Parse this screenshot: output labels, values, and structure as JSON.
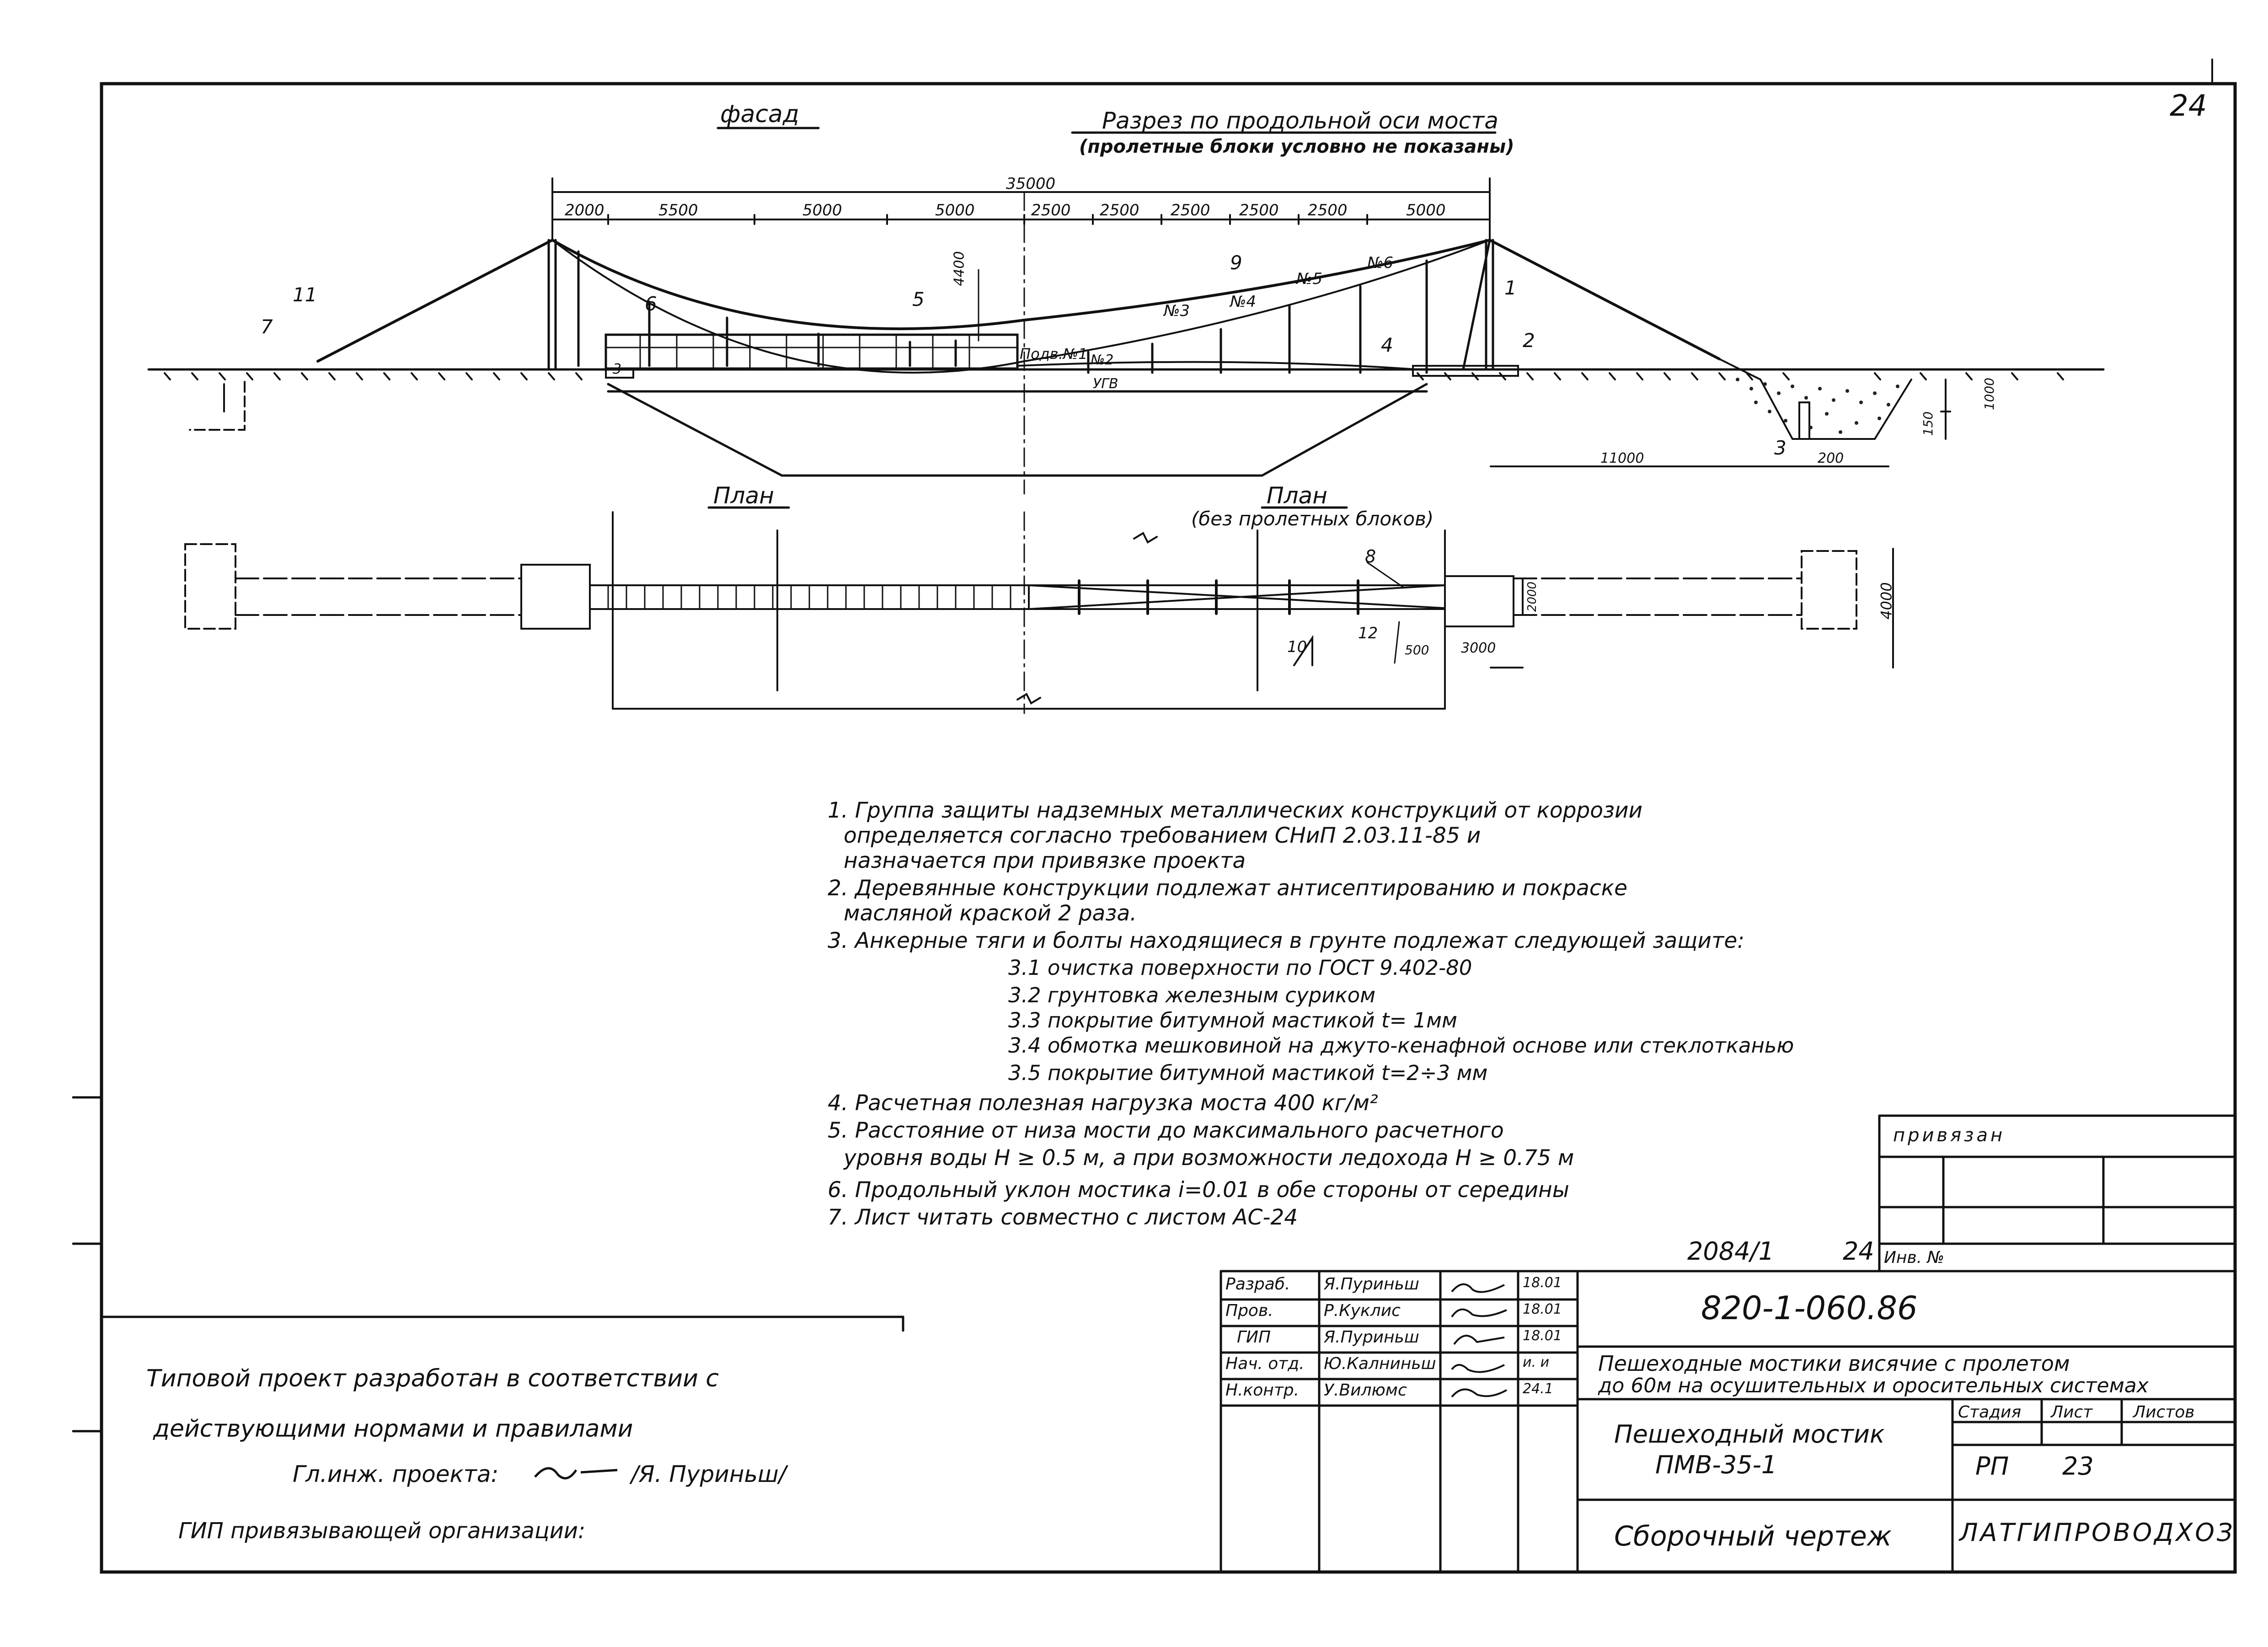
{
  "sheet_corner": "24",
  "view_titles": {
    "facade": "фасад",
    "section": "Разрез по продольной оси моста",
    "section_note": "(пролетные блоки условно не показаны)",
    "plan_left": "План",
    "plan_right": "План",
    "plan_right_note": "(без пролетных блоков)"
  },
  "dimensions": {
    "total": "35000",
    "spans": [
      "2000",
      "5500",
      "5000",
      "5000",
      "2500",
      "2500",
      "2500",
      "2500",
      "2500",
      "5000"
    ],
    "height": "4400",
    "right_top": "1000",
    "right_height": "150",
    "right_base": "200",
    "right_run": "11000",
    "plan_a": "2000",
    "plan_b": "3000",
    "plan_c": "500",
    "plan_width": "4000",
    "pole": "4000"
  },
  "callouts": {
    "c1": "1",
    "c2": "2",
    "c3": "3",
    "c4": "4",
    "c5": "5",
    "c6": "6",
    "c7": "7",
    "c8": "8",
    "c9": "9",
    "c10": "10",
    "c11": "11",
    "c12": "12",
    "hanger1": "Подв.№1",
    "hanger2": "№2",
    "hanger3": "№3",
    "hanger4": "№4",
    "hanger5": "№5",
    "hanger6": "№6",
    "water": "УГВ"
  },
  "notes": [
    "1. Группа защиты надземных металлических конструкций от коррозии",
    "определяется согласно требованием СНиП 2.03.11-85 и",
    "назначается при привязке проекта",
    "2. Деревянные конструкции подлежат антисептированию и покраске",
    "масляной краской 2 раза.",
    "3. Анкерные тяги и болты находящиеся в грунте подлежат следующей защите:",
    "3.1 очистка поверхности по ГОСТ 9.402-80",
    "3.2 грунтовка железным суриком",
    "3.3 покрытие битумной мастикой t= 1мм",
    "3.4 обмотка мешковиной на джуто-кенафной основе или стеклотканью",
    "3.5 покрытие битумной мастикой t=2÷3 мм",
    "4. Расчетная полезная нагрузка моста 400 кг/м²",
    "5. Расстояние от низа мости до максимального расчетного",
    "уровня воды H ≥ 0.5 м, а при возможности ледохода H ≥ 0.75 м",
    "6. Продольный уклон мостика i=0.01 в обе стороны от середины",
    "7. Лист читать совместно с листом АС-24"
  ],
  "approval": {
    "line1": "Типовой проект разработан в соответствии с",
    "line2": "действующими нормами и правилами",
    "chief_label": "Гл.инж. проекта:",
    "chief_name": "/Я. Пуриньш/",
    "gip": "ГИП привязывающей организации:"
  },
  "binding": {
    "label": "привязан",
    "inv": "Инв. №"
  },
  "title_block": {
    "doc_code": "2084/1",
    "doc_sheet": "24",
    "project_code": "820-1-060.86",
    "roles": [
      "Разраб.",
      "Пров.",
      "ГИП",
      "Нач. отд.",
      "Н.контр."
    ],
    "names": [
      "Я.Пуриньш",
      "Р.Куклис",
      "Я.Пуриньш",
      "Ю.Калниньш",
      "У.Вилюмс"
    ],
    "dates": [
      "18.01",
      "18.01",
      "18.01",
      "и. и",
      "24.1"
    ],
    "project_title": "Пешеходные мостики висячие с пролетом до 60м на осушительных и оросительных системах",
    "project_title_l1": "Пешеходные мостики висячие с пролетом",
    "project_title_l2": "до 60м на осушительных и оросительных системах",
    "object_l1": "Пешеходный мостик",
    "object_l2": "ПМВ-35-1",
    "stage_label": "Стадия",
    "sheet_label": "Лист",
    "sheets_label": "Листов",
    "stage": "РП",
    "sheet": "23",
    "sheets": "",
    "drawing_name": "Сборочный чертеж",
    "organization": "ЛАТГИПРОВОДХОЗ"
  }
}
